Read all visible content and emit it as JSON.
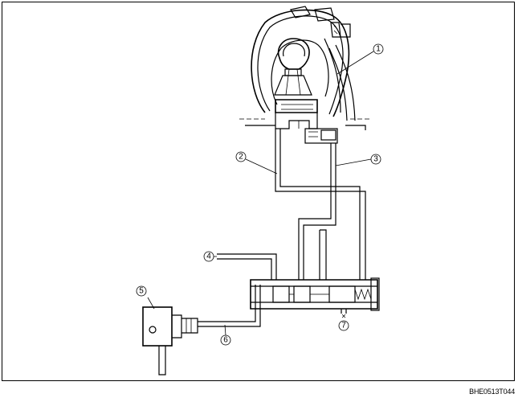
{
  "diagram": {
    "figure_code": "BHE0513T044",
    "callouts": [
      {
        "id": "1",
        "label": "1"
      },
      {
        "id": "2",
        "label": "2"
      },
      {
        "id": "3",
        "label": "3"
      },
      {
        "id": "4",
        "label": "4"
      },
      {
        "id": "5",
        "label": "5"
      },
      {
        "id": "6",
        "label": "6"
      },
      {
        "id": "7",
        "label": "7"
      }
    ],
    "marks": {
      "drain_symbol": "×"
    },
    "colors": {
      "line": "#000000",
      "background": "#ffffff"
    }
  }
}
